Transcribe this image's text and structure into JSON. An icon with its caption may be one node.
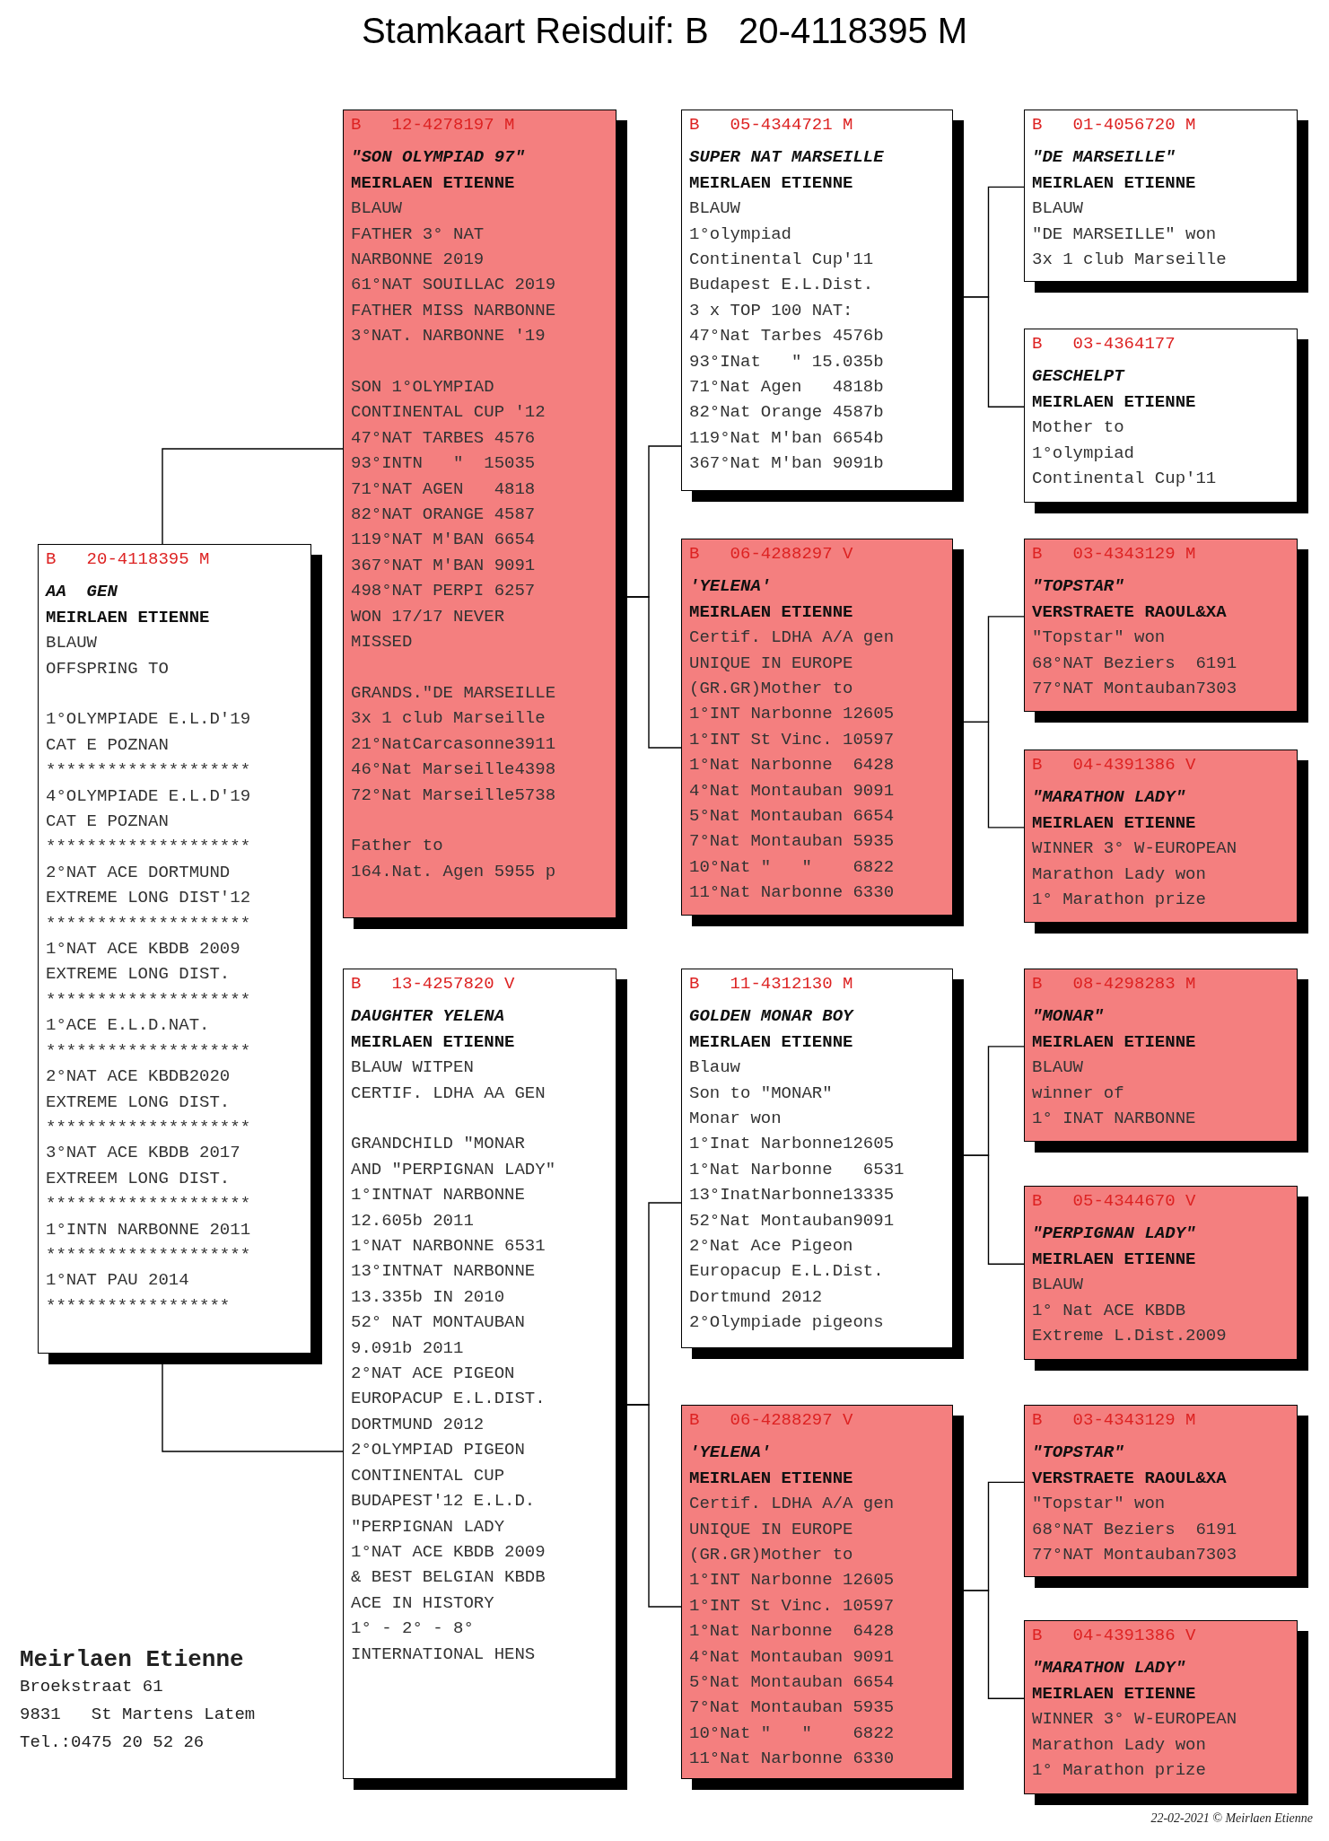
{
  "diagram": {
    "title": "Stamkaart Reisduif: B   20-4118395 M",
    "nodes": [
      {
        "text": [
          "B   20-4118395 M",
          "AA  GEN",
          "MEIRLAEN ETIENNE",
          "BLAUW",
          "OFFSPRING TO",
          "1°OLYMPIADE E.L.D'19",
          "CAT E POZNAN",
          "********************",
          "4°OLYMPIADE E.L.D'19",
          "CAT E POZNAN",
          "********************",
          "2°NAT ACE DORTMUND",
          "EXTREME LONG DIST'12",
          "********************",
          "1°NAT ACE KBDB 2009",
          "EXTREME LONG DIST.",
          "********************",
          "1°ACE E.L.D.NAT.",
          "********************",
          "2°NAT ACE KBDB2020",
          "EXTREME LONG DIST.",
          "********************",
          "3°NAT ACE KBDB 2017",
          "EXTREEM LONG DIST.",
          "********************",
          "1°INTN NARBONNE 2011",
          "********************",
          "1°NAT PAU 2014",
          "******************"
        ]
      },
      {
        "text": [
          "B   12-4278197 M",
          "\"SON OLYMPIAD 97\"",
          "MEIRLAEN ETIENNE",
          "BLAUW",
          "FATHER 3° NAT",
          "NARBONNE 2019",
          "61°NAT SOUILLAC 2019",
          "FATHER MISS NARBONNE",
          "3°NAT. NARBONNE '19",
          "SON 1°OLYMPIAD",
          "CONTINENTAL CUP '12",
          "47°NAT TARBES 4576",
          "93°INTN   \"  15035",
          "71°NAT AGEN   4818",
          "82°NAT ORANGE 4587",
          "119°NAT M'BAN 6654",
          "367°NAT M'BAN 9091",
          "498°NAT PERPI 6257",
          "WON 17/17 NEVER",
          "MISSED",
          "GRANDS.\"DE MARSEILLE",
          "3x 1 club Marseille",
          "21°NatCarcasonne3911",
          "46°Nat Marseille4398",
          "72°Nat Marseille5738",
          "Father to",
          "164.Nat. Agen 5955 p"
        ]
      },
      {
        "text": [
          "B   13-4257820 V",
          "DAUGHTER YELENA",
          "MEIRLAEN ETIENNE",
          "BLAUW WITPEN",
          "CERTIF. LDHA AA GEN",
          "GRANDCHILD \"MONAR",
          "AND \"PERPIGNAN LADY\"",
          "1°INTNAT NARBONNE",
          "12.605b 2011",
          "1°NAT NARBONNE 6531",
          "13°INTNAT NARBONNE",
          "13.335b IN 2010",
          "52° NAT MONTAUBAN",
          "9.091b 2011",
          "2°NAT ACE PIGEON",
          "EUROPACUP E.L.DIST.",
          "DORTMUND 2012",
          "2°OLYMPIAD PIGEON",
          "CONTINENTAL CUP",
          "BUDAPEST'12 E.L.D.",
          "\"PERPIGNAN LADY",
          "1°NAT ACE KBDB 2009",
          "& BEST BELGIAN KBDB",
          "ACE IN HISTORY",
          "1° - 2° - 8°",
          "INTERNATIONAL HENS"
        ]
      },
      {
        "text": [
          "B   05-4344721 M",
          "SUPER NAT MARSEILLE",
          "MEIRLAEN ETIENNE",
          "BLAUW",
          "1°olympiad",
          "Continental Cup'11",
          "Budapest E.L.Dist.",
          "3 x TOP 100 NAT:",
          "47°Nat Tarbes 4576b",
          "93°INat   \" 15.035b",
          "71°Nat Agen   4818b",
          "82°Nat Orange 4587b",
          "119°Nat M'ban 6654b",
          "367°Nat M'ban 9091b"
        ]
      },
      {
        "text": [
          "B   06-4288297 V",
          "'YELENA'",
          "MEIRLAEN ETIENNE",
          "Certif. LDHA A/A gen",
          "UNIQUE IN EUROPE",
          "(GR.GR)Mother to",
          "1°INT Narbonne 12605",
          "1°INT St Vinc. 10597",
          "1°Nat Narbonne  6428",
          "4°Nat Montauban 9091",
          "5°Nat Montauban 6654",
          "7°Nat Montauban 5935",
          "10°Nat \"   \"    6822",
          "11°Nat Narbonne 6330"
        ]
      },
      {
        "text": [
          "B   11-4312130 M",
          "GOLDEN MONAR BOY",
          "MEIRLAEN ETIENNE",
          "Blauw",
          "Son to \"MONAR\"",
          "Monar won",
          "1°Inat Narbonne12605",
          "1°Nat Narbonne   6531",
          "13°InatNarbonne13335",
          "52°Nat Montauban9091",
          "2°Nat Ace Pigeon",
          "Europacup E.L.Dist.",
          "Dortmund 2012",
          "2°Olympiade pigeons"
        ]
      },
      {
        "text": [
          "B   06-4288297 V",
          "'YELENA'",
          "MEIRLAEN ETIENNE",
          "Certif. LDHA A/A gen",
          "UNIQUE IN EUROPE",
          "(GR.GR)Mother to",
          "1°INT Narbonne 12605",
          "1°INT St Vinc. 10597",
          "1°Nat Narbonne  6428",
          "4°Nat Montauban 9091",
          "5°Nat Montauban 6654",
          "7°Nat Montauban 5935",
          "10°Nat \"   \"    6822",
          "11°Nat Narbonne 6330"
        ]
      },
      {
        "text": [
          "B   01-4056720 M",
          "\"DE MARSEILLE\"",
          "MEIRLAEN ETIENNE",
          "BLAUW",
          "\"DE MARSEILLE\" won",
          "3x 1 club Marseille"
        ]
      },
      {
        "text": [
          "B   03-4364177",
          "GESCHELPT",
          "MEIRLAEN ETIENNE",
          "Mother to",
          "1°olympiad",
          "Continental Cup'11"
        ]
      },
      {
        "text": [
          "B   03-4343129 M",
          "\"TOPSTAR\"",
          "VERSTRAETE RAOUL&XA",
          "\"Topstar\" won",
          "68°NAT Beziers  6191",
          "77°NAT Montauban7303"
        ]
      },
      {
        "text": [
          "B   04-4391386 V",
          "\"MARATHON LADY\"",
          "MEIRLAEN ETIENNE",
          "WINNER 3° W-EUROPEAN",
          "Marathon Lady won",
          "1° Marathon prize"
        ]
      },
      {
        "text": [
          "B   08-4298283 M",
          "\"MONAR\"",
          "MEIRLAEN ETIENNE",
          "BLAUW",
          "winner of",
          "1° INAT NARBONNE"
        ]
      },
      {
        "text": [
          "B   05-4344670 V",
          "\"PERPIGNAN LADY\"",
          "MEIRLAEN ETIENNE",
          "BLAUW",
          "1° Nat ACE KBDB",
          "Extreme L.Dist.2009"
        ]
      },
      {
        "text": [
          "B   03-4343129 M",
          "\"TOPSTAR\"",
          "VERSTRAETE RAOUL&XA",
          "\"Topstar\" won",
          "68°NAT Beziers  6191",
          "77°NAT Montauban7303"
        ]
      },
      {
        "text": [
          "B   04-4391386 V",
          "\"MARATHON LADY\"",
          "MEIRLAEN ETIENNE",
          "WINNER 3° W-EUROPEAN",
          "Marathon Lady won",
          "1° Marathon prize"
        ]
      }
    ],
    "edges": [
      {
        "from": 0,
        "to": 1,
        "arrow": "none"
      },
      {
        "from": 0,
        "to": 2,
        "arrow": "none"
      },
      {
        "from": 1,
        "to": 3,
        "arrow": "none"
      },
      {
        "from": 1,
        "to": 4,
        "arrow": "none"
      },
      {
        "from": 2,
        "to": 5,
        "arrow": "none"
      },
      {
        "from": 2,
        "to": 6,
        "arrow": "none"
      },
      {
        "from": 3,
        "to": 7,
        "arrow": "none"
      },
      {
        "from": 3,
        "to": 8,
        "arrow": "none"
      },
      {
        "from": 4,
        "to": 9,
        "arrow": "none"
      },
      {
        "from": 4,
        "to": 10,
        "arrow": "none"
      },
      {
        "from": 5,
        "to": 11,
        "arrow": "none"
      },
      {
        "from": 5,
        "to": 12,
        "arrow": "none"
      },
      {
        "from": 6,
        "to": 13,
        "arrow": "none"
      },
      {
        "from": 6,
        "to": 14,
        "arrow": "none"
      }
    ],
    "labels": [
      "Meirlaen Etienne",
      "Broekstraat 61",
      "9831   St Martens Latem",
      "Tel.:0475 20 52 26",
      "22-02-2021 © Meirlaen Etienne"
    ]
  }
}
